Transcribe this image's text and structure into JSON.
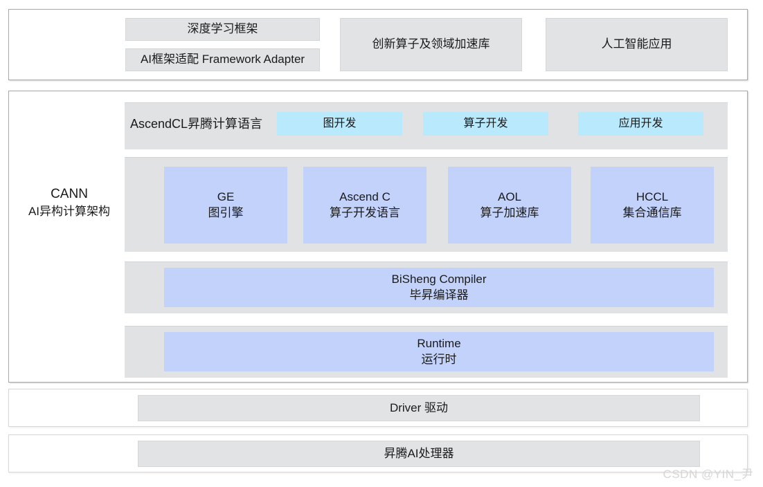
{
  "diagram": {
    "title": "Ascend CANN AI heterogeneous computing architecture stack",
    "watermark": "CSDN @YIN_尹",
    "colors": {
      "panel_grey": "#e3e4e6",
      "box_grey": "#e2e3e5",
      "box_cyan": "#b9e9fc",
      "box_blue": "#c3d2fb",
      "border_strong": "#a8a8a8",
      "border_light": "#d8d8d8",
      "text": "#1a1a1a"
    }
  },
  "layer_application": {
    "name": "application-layer",
    "boxes": [
      {
        "id": "deep-learning-framework",
        "label": "深度学习框架"
      },
      {
        "id": "framework-adapter",
        "label": "AI框架适配 Framework Adapter"
      },
      {
        "id": "innovative-operators",
        "label": "创新算子及领域加速库"
      },
      {
        "id": "ai-applications",
        "label": "人工智能应用"
      }
    ]
  },
  "layer_cann": {
    "name": "cann-layer",
    "side_label": {
      "line1": "CANN",
      "line2": "AI异构计算架构"
    },
    "row_ascendcl": {
      "name": "ascendcl-row",
      "lead_label": "AscendCL昇腾计算语言",
      "chips": [
        {
          "id": "graph-development",
          "label": "图开发"
        },
        {
          "id": "operator-development",
          "label": "算子开发"
        },
        {
          "id": "application-development",
          "label": "应用开发"
        }
      ]
    },
    "row_components": {
      "name": "core-components-row",
      "boxes": [
        {
          "id": "ge",
          "line1": "GE",
          "line2": "图引擎"
        },
        {
          "id": "ascend-c",
          "line1": "Ascend C",
          "line2": "算子开发语言"
        },
        {
          "id": "aol",
          "line1": "AOL",
          "line2": "算子加速库"
        },
        {
          "id": "hccl",
          "line1": "HCCL",
          "line2": "集合通信库"
        }
      ]
    },
    "row_compiler": {
      "name": "compiler-row",
      "box": {
        "id": "bisheng-compiler",
        "line1": "BiSheng Compiler",
        "line2": "毕昇编译器"
      }
    },
    "row_runtime": {
      "name": "runtime-row",
      "box": {
        "id": "runtime",
        "line1": "Runtime",
        "line2": "运行时"
      }
    }
  },
  "layer_driver": {
    "name": "driver-layer",
    "box": {
      "id": "driver",
      "label": "Driver 驱动"
    }
  },
  "layer_hardware": {
    "name": "hardware-layer",
    "box": {
      "id": "ascend-ai-processor",
      "label": "昇腾AI处理器"
    }
  }
}
